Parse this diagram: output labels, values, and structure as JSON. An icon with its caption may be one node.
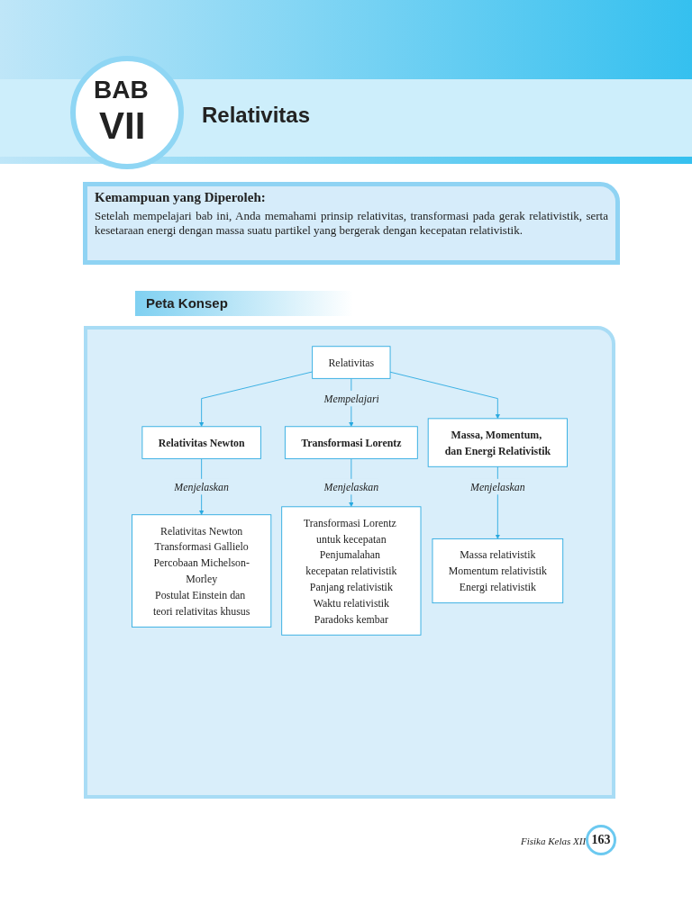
{
  "diagram": {
    "title": "Relativitas",
    "nodes": [
      {
        "text": [
          "Relativitas"
        ]
      },
      {
        "text": [
          "Relativitas Newton"
        ]
      },
      {
        "text": [
          "Transformasi Lorentz"
        ]
      },
      {
        "text": [
          "Massa, Momentum, dan Energi Relativistik"
        ]
      },
      {
        "text": [
          "Relativitas Newton",
          "Transformasi Gallielo",
          "Percobaan Michelson-Morley",
          "Postulat Einstein dan teori relativitas khusus"
        ]
      },
      {
        "text": [
          "Transformasi Lorentz untuk kecepatan",
          "Penjumalahan kecepatan relativistik",
          "Panjang relativistik",
          "Waktu relativistik",
          "Paradoks kembar"
        ]
      },
      {
        "text": [
          "Massa relativistik",
          "Momentum relativistik",
          "Energi relativistik"
        ]
      }
    ],
    "edges": [
      {
        "from": 0,
        "to": 1,
        "arrow": "to"
      },
      {
        "from": 0,
        "to": 2,
        "arrow": "to",
        "label": "Mempelajari"
      },
      {
        "from": 0,
        "to": 3,
        "arrow": "to"
      },
      {
        "from": 1,
        "to": 4,
        "arrow": "to",
        "label": "Menjelaskan"
      },
      {
        "from": 2,
        "to": 5,
        "arrow": "to",
        "label": "Menjelaskan"
      },
      {
        "from": 3,
        "to": 6,
        "arrow": "to",
        "label": "Menjelaskan"
      }
    ],
    "labels": [
      "BAB",
      "VII",
      "Kemampuan yang Diperoleh:",
      "Setelah mempelajari bab ini, Anda memahami prinsip relativitas, transformasi pada gerak relativistik, serta kesetaraan energi dengan massa suatu partikel yang bergerak dengan kecepatan relativistik.",
      "Peta Konsep",
      "Fisika Kelas XII",
      "163"
    ]
  }
}
